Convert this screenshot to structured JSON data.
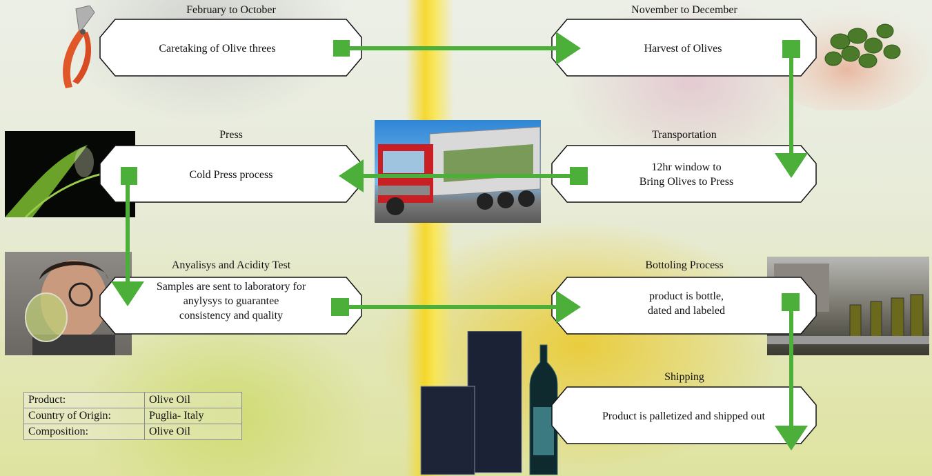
{
  "steps": [
    {
      "id": "caretaking",
      "label": "February to October",
      "text": "Caretaking of Olive threes"
    },
    {
      "id": "harvest",
      "label": "November to December",
      "text": "Harvest of Olives"
    },
    {
      "id": "transport",
      "label": "Transportation",
      "text_lines": [
        "12hr window to",
        "Bring Olives to Press"
      ]
    },
    {
      "id": "press",
      "label": "Press",
      "text": "Cold Press process"
    },
    {
      "id": "analysis",
      "label": "Anyalisys and Acidity Test",
      "text_lines": [
        "Samples are sent to laboratory for",
        "anylysys to guarantee",
        "consistency and quality"
      ]
    },
    {
      "id": "bottling",
      "label": "Bottoling Process",
      "text_lines": [
        "product is bottle,",
        "dated and labeled"
      ]
    },
    {
      "id": "shipping",
      "label": "Shipping",
      "text": "Product is palletized and shipped out"
    }
  ],
  "product_info": [
    {
      "key": "Product:",
      "value": "Olive Oil"
    },
    {
      "key": "Country of Origin:",
      "value": "Puglia- Italy"
    },
    {
      "key": "Composition:",
      "value": "Olive Oil"
    }
  ],
  "photos": [
    "pruning-shears",
    "olives-in-hand",
    "olive-leaf",
    "truck",
    "man-tasting-oil",
    "bottling-line",
    "olive-oil-tin-and-bottle"
  ],
  "colors": {
    "arrow": "#4caf3a",
    "box_fill": "#ffffff",
    "box_stroke": "#111111"
  }
}
